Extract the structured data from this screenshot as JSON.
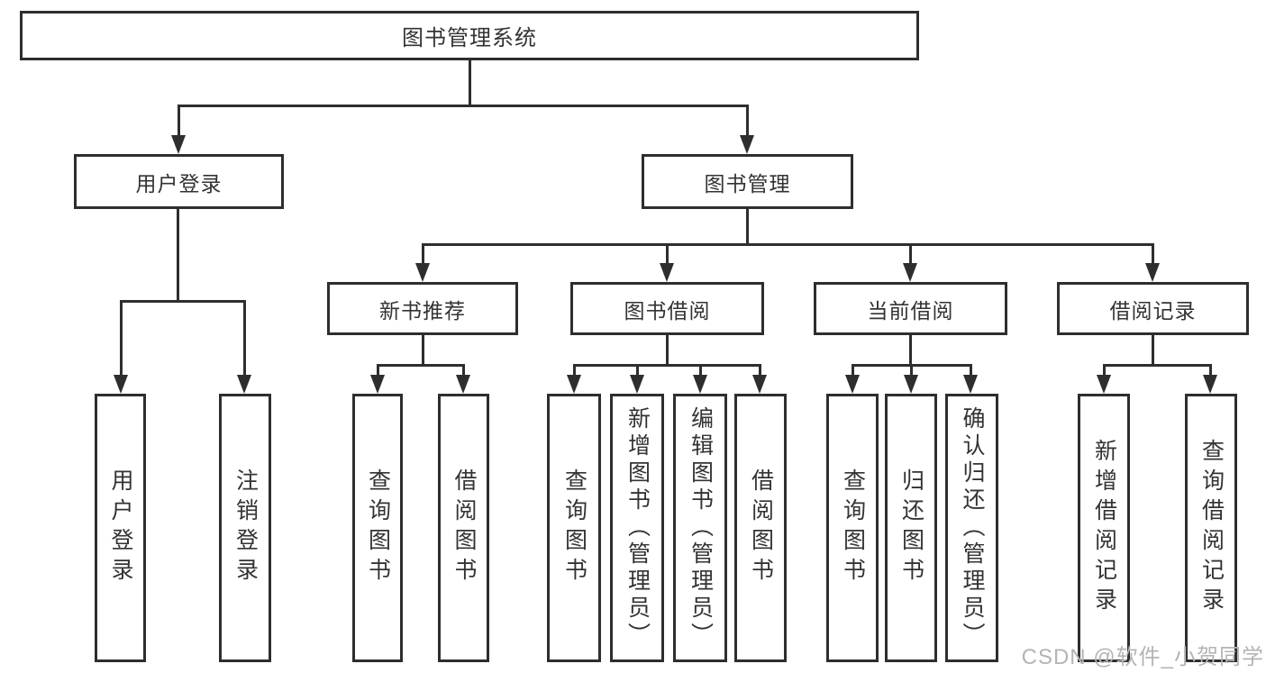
{
  "diagram_title": "图书管理系统",
  "tree": {
    "label": "图书管理系统",
    "children": [
      {
        "label": "用户登录",
        "children": [
          {
            "label": "用户登录"
          },
          {
            "label": "注销登录"
          }
        ]
      },
      {
        "label": "图书管理",
        "children": [
          {
            "label": "新书推荐",
            "children": [
              {
                "label": "查询图书"
              },
              {
                "label": "借阅图书"
              }
            ]
          },
          {
            "label": "图书借阅",
            "children": [
              {
                "label": "查询图书"
              },
              {
                "label": "新增图书（管理员）"
              },
              {
                "label": "编辑图书（管理员）"
              },
              {
                "label": "借阅图书"
              }
            ]
          },
          {
            "label": "当前借阅",
            "children": [
              {
                "label": "查询图书"
              },
              {
                "label": "归还图书"
              },
              {
                "label": "确认归还（管理员）"
              }
            ]
          },
          {
            "label": "借阅记录",
            "children": [
              {
                "label": "新增借阅记录"
              },
              {
                "label": "查询借阅记录"
              }
            ]
          }
        ]
      }
    ]
  },
  "watermark": {
    "text": "CSDN @软件_小贺同学"
  },
  "colors": {
    "line": "#2e2e2e",
    "text": "#333333",
    "bg": "#ffffff",
    "watermark": "#b8b2b2"
  }
}
